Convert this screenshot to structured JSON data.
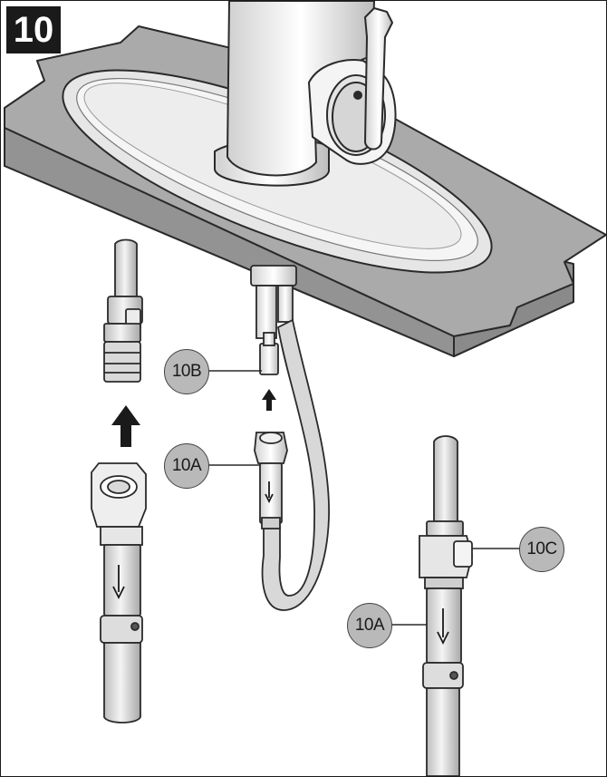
{
  "step": {
    "number": "10"
  },
  "callouts": {
    "c1": "10B",
    "c2": "10A",
    "c3": "10C",
    "c4": "10A"
  },
  "colors": {
    "countertop": "#a9a9a9",
    "callout_fill": "#b9b9b9",
    "outline": "#2a2a2a",
    "badge": "#1a1a1a"
  }
}
